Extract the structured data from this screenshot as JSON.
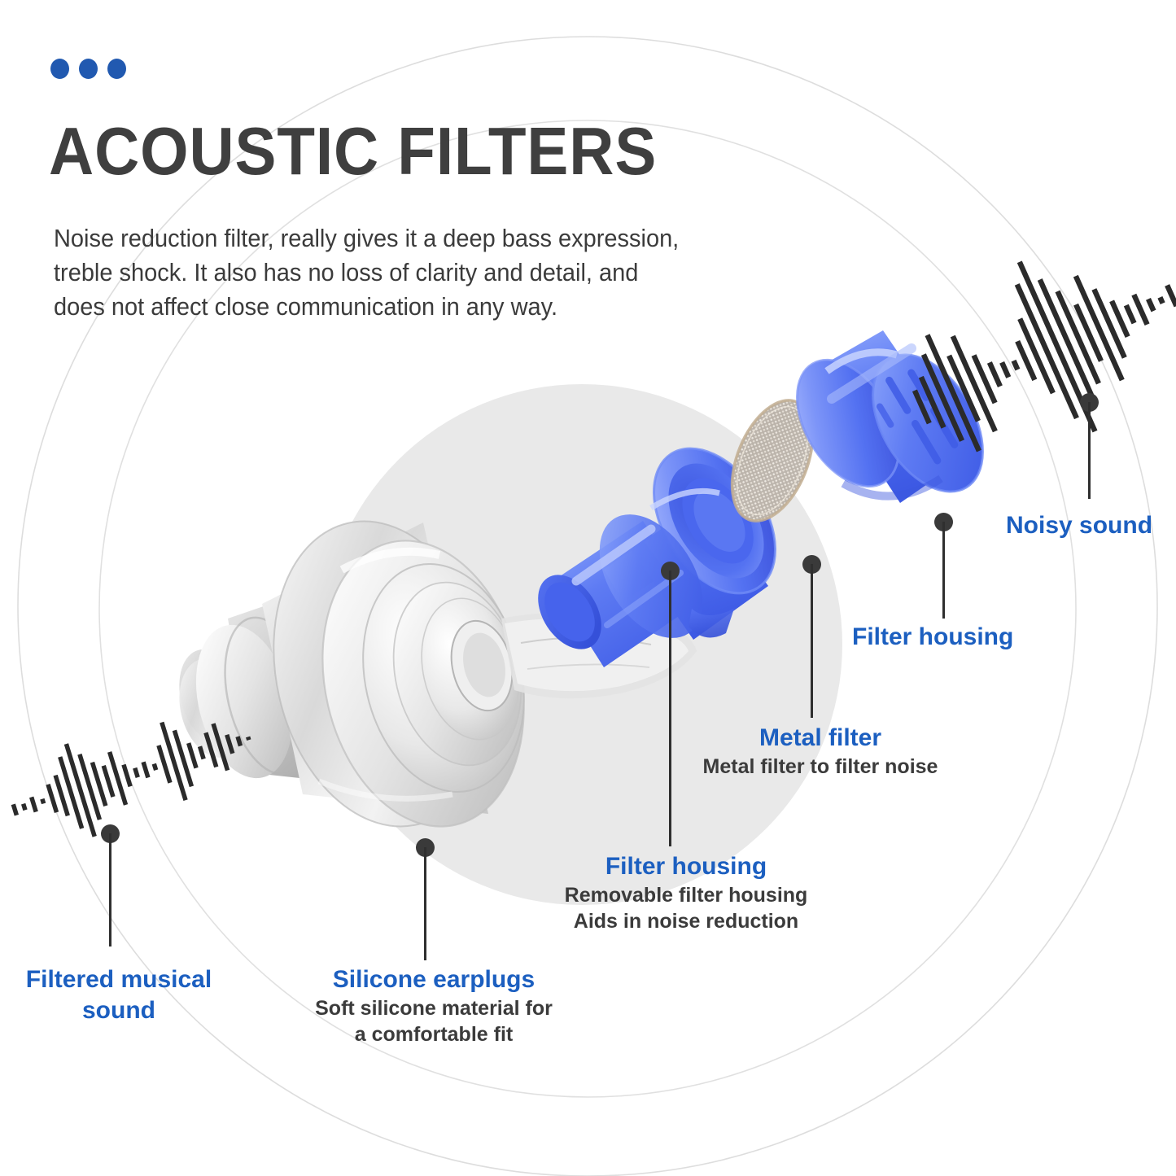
{
  "header": {
    "dots_icon": "three-dots-icon",
    "dot_color": "#2159b0",
    "title": "ACOUSTIC FILTERS",
    "title_color": "#3f3f3f",
    "description_lines": [
      "Noise reduction filter, really gives it a deep bass expression,",
      "treble shock. It also has no loss of clarity and detail, and",
      "does not affect close communication in any way."
    ]
  },
  "theme": {
    "accent_blue": "#1c5fc0",
    "part_blue": "#4d6cf0",
    "part_blue_light": "#7e96f7",
    "body_text": "#3b3b3b",
    "leader_line": "#2f2f2f",
    "bg_circle_fill": "#e9e9e9",
    "bg_circle_stroke": "#dcdcdc"
  },
  "callouts": [
    {
      "id": "noisy-sound",
      "title": "Noisy sound",
      "subtitle": ""
    },
    {
      "id": "filter-housing-cap",
      "title": "Filter housing",
      "subtitle": ""
    },
    {
      "id": "metal-filter",
      "title": "Metal filter",
      "subtitle": "Metal filter to filter noise"
    },
    {
      "id": "filter-housing-stem",
      "title": "Filter housing",
      "subtitle_lines": [
        "Removable filter housing",
        "Aids in noise reduction"
      ]
    },
    {
      "id": "silicone-earplugs",
      "title": "Silicone earplugs",
      "subtitle_lines": [
        "Soft silicone material for",
        "a comfortable fit"
      ]
    },
    {
      "id": "filtered-musical-sound",
      "title_lines": [
        "Filtered musical",
        "sound"
      ],
      "subtitle": ""
    }
  ],
  "parts": [
    {
      "id": "silicone-earplug",
      "name": "silicone-earplug-graphic"
    },
    {
      "id": "filter-housing-stem",
      "name": "blue-filter-housing-stem-graphic"
    },
    {
      "id": "metal-filter-disc",
      "name": "metal-mesh-filter-disc-graphic"
    },
    {
      "id": "filter-housing-cap",
      "name": "blue-filter-housing-cap-graphic"
    }
  ],
  "waveforms": [
    {
      "id": "filtered-waveform",
      "name": "filtered-sound-waveform"
    },
    {
      "id": "noisy-waveform",
      "name": "noisy-sound-waveform"
    }
  ]
}
